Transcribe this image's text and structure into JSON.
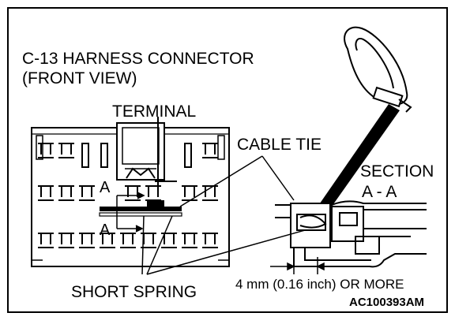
{
  "diagram": {
    "title_line1": "C-13 HARNESS CONNECTOR",
    "title_line2": "(FRONT VIEW)",
    "terminal_label": "TERMINAL",
    "cable_tie_label": "CABLE TIE",
    "section_label_line1": "SECTION",
    "section_label_line2": "A - A",
    "section_marker_top": "A",
    "section_marker_bottom": "A",
    "short_spring_label": "SHORT SPRING",
    "dimension_label": "4 mm (0.16 inch) OR MORE",
    "figure_code": "AC100393AM"
  }
}
